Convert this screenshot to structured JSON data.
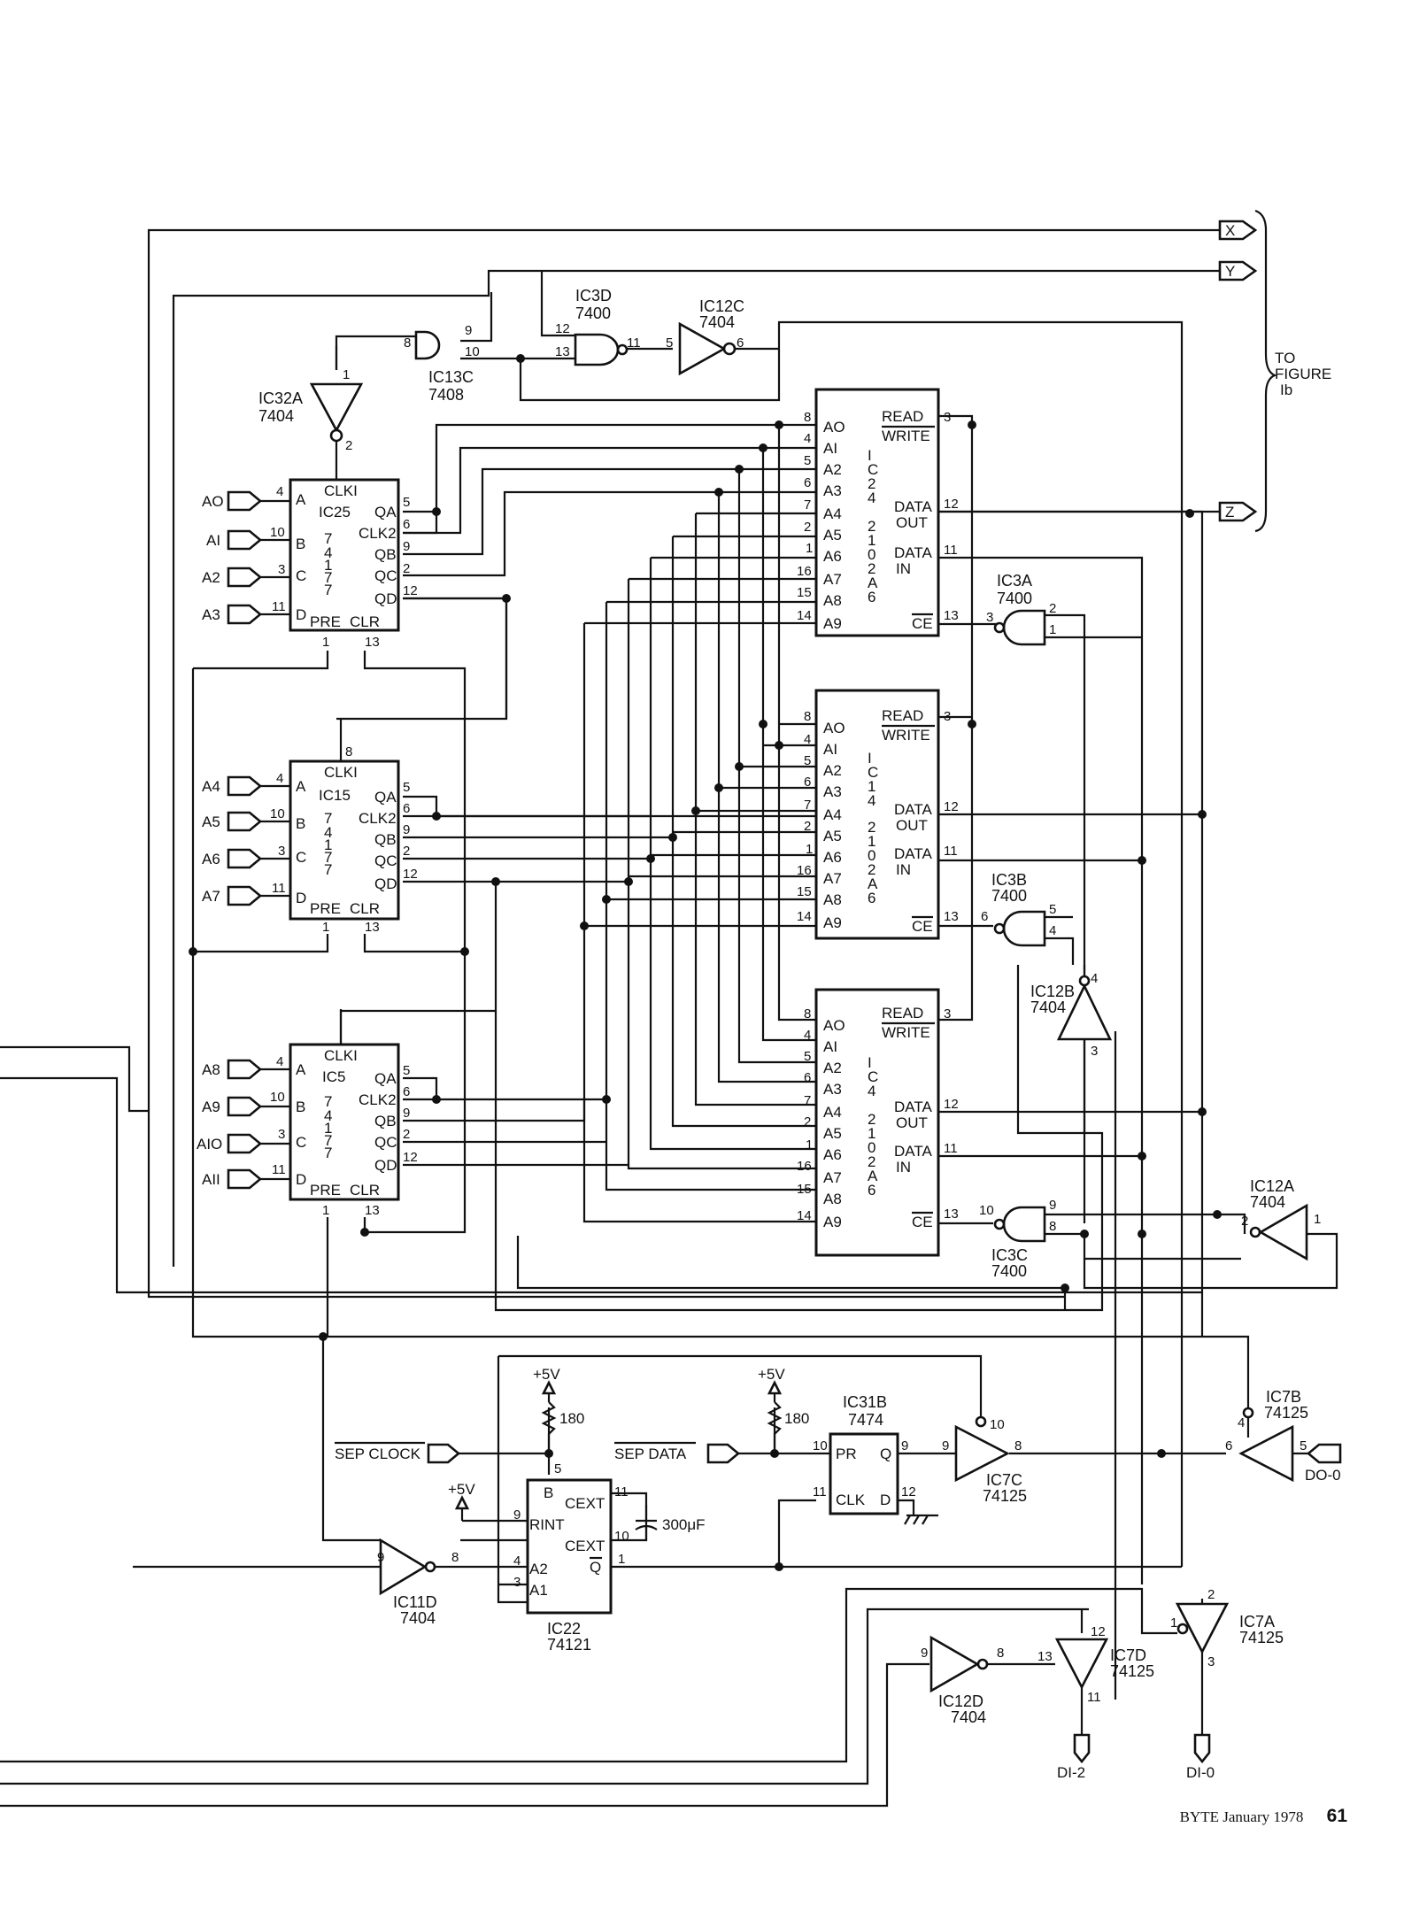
{
  "chips": {
    "ic25": {
      "name": "IC25",
      "part": [
        "7",
        "4",
        "1",
        "7",
        "7"
      ],
      "clk": "CLKI",
      "qa": "QA",
      "clk2": "CLK2",
      "qb": "QB",
      "qc": "QC",
      "qd": "QD",
      "pre": "PRE",
      "clr": "CLR",
      "a": "A",
      "b": "B",
      "c": "C",
      "d": "D",
      "pins": {
        "top": "",
        "a": "4",
        "b": "10",
        "c": "3",
        "d": "11",
        "qa": "5",
        "clk2": "6",
        "qb": "9",
        "qc": "2",
        "qd": "12",
        "pre": "1",
        "clr": "13"
      }
    },
    "ic15": {
      "name": "IC15",
      "part": [
        "7",
        "4",
        "1",
        "7",
        "7"
      ],
      "clk": "CLKI",
      "qa": "QA",
      "clk2": "CLK2",
      "qb": "QB",
      "qc": "QC",
      "qd": "QD",
      "pre": "PRE",
      "clr": "CLR",
      "a": "A",
      "b": "B",
      "c": "C",
      "d": "D",
      "pins": {
        "top": "8",
        "a": "4",
        "b": "10",
        "c": "3",
        "d": "11",
        "qa": "5",
        "clk2": "6",
        "qb": "9",
        "qc": "2",
        "qd": "12",
        "pre": "1",
        "clr": "13"
      }
    },
    "ic5": {
      "name": "IC5",
      "part": [
        "7",
        "4",
        "1",
        "7",
        "7"
      ],
      "clk": "CLKI",
      "qa": "QA",
      "clk2": "CLK2",
      "qb": "QB",
      "qc": "QC",
      "qd": "QD",
      "pre": "PRE",
      "clr": "CLR",
      "a": "A",
      "b": "B",
      "c": "C",
      "d": "D",
      "pins": {
        "top": "",
        "a": "4",
        "b": "10",
        "c": "3",
        "d": "11",
        "qa": "5",
        "clk2": "6",
        "qb": "9",
        "qc": "2",
        "qd": "12",
        "pre": "1",
        "clr": "13"
      }
    },
    "ic24": {
      "name": [
        "I",
        "C",
        "2",
        "4"
      ],
      "part": [
        "2",
        "1",
        "0",
        "2",
        "A",
        "6"
      ]
    },
    "ic14": {
      "name": [
        "I",
        "C",
        "1",
        "4"
      ],
      "part": [
        "2",
        "1",
        "0",
        "2",
        "A",
        "6"
      ]
    },
    "ic4": {
      "name": [
        "I",
        "C",
        "4"
      ],
      "part": [
        "2",
        "1",
        "0",
        "2",
        "A",
        "6"
      ]
    },
    "ram_labels": {
      "read": "READ",
      "write": "WRITE",
      "data": "DATA",
      "out": "OUT",
      "in": "IN",
      "ce": "CE",
      "addr": [
        "AO",
        "AI",
        "A2",
        "A3",
        "A4",
        "A5",
        "A6",
        "A7",
        "A8",
        "A9"
      ],
      "addr_pins": [
        "8",
        "4",
        "5",
        "6",
        "7",
        "2",
        "1",
        "16",
        "15",
        "14"
      ],
      "rw_pin": "3",
      "out_pin": "12",
      "in_pin": "11",
      "ce_pin": "13"
    },
    "ic22": {
      "name": "IC22",
      "part": "74121",
      "b": "B",
      "rint": "RINT",
      "a2": "A2",
      "a1": "A1",
      "cext1": "CEXT",
      "cext2": "CEXT",
      "q": "Q",
      "pins": {
        "b": "5",
        "rint": "9",
        "a2": "4",
        "a1": "3",
        "cext1": "11",
        "cext2": "10",
        "q": "1"
      }
    },
    "ic31b": {
      "name": "IC31B",
      "part": "7474",
      "pr": "PR",
      "clk": "CLK",
      "q": "Q",
      "d": "D",
      "pins": {
        "pr": "10",
        "clk": "11",
        "q": "9",
        "d": "12"
      }
    }
  },
  "gates": {
    "ic32a": {
      "name": "IC32A",
      "part": "7404",
      "in": "1",
      "out": "2"
    },
    "ic13c": {
      "name": "IC13C",
      "part": "7408",
      "in1": "9",
      "in2": "8",
      "out": "10"
    },
    "ic3d": {
      "name": "IC3D",
      "part": "7400",
      "in1": "12",
      "in2": "13",
      "out": "11"
    },
    "ic12c": {
      "name": "IC12C",
      "part": "7404",
      "in": "5",
      "out": "6"
    },
    "ic3a": {
      "name": "IC3A",
      "part": "7400",
      "out": "3",
      "in1": "2",
      "in2": "1"
    },
    "ic3b": {
      "name": "IC3B",
      "part": "7400",
      "out": "6",
      "in1": "5",
      "in2": "4"
    },
    "ic3c": {
      "name": "IC3C",
      "part": "7400",
      "out": "10",
      "in1": "9",
      "in2": "8"
    },
    "ic12b": {
      "name": "IC12B",
      "part": "7404",
      "in": "4",
      "out": "3"
    },
    "ic12a": {
      "name": "IC12A",
      "part": "7404",
      "in": "1",
      "out": "2"
    },
    "ic11d": {
      "name": "IC11D",
      "part": "7404",
      "in": "9",
      "out": "8"
    },
    "ic7c": {
      "name": "IC7C",
      "part": "74125",
      "in": "9",
      "out": "8",
      "en": "10"
    },
    "ic7b": {
      "name": "IC7B",
      "part": "74125",
      "in": "5",
      "out": "6",
      "en": "4"
    },
    "ic7a": {
      "name": "IC7A",
      "part": "74125",
      "in": "3",
      "out": "2",
      "en": "1"
    },
    "ic7d": {
      "name": "IC7D",
      "part": "74125",
      "in": "11",
      "out": "13",
      "en": "12"
    },
    "ic12d": {
      "name": "IC12D",
      "part": "7404",
      "in": "9",
      "out": "8"
    }
  },
  "signals": {
    "a_inputs": [
      "AO",
      "AI",
      "A2",
      "A3",
      "A4",
      "A5",
      "A6",
      "A7",
      "A8",
      "A9",
      "AIO",
      "AII"
    ],
    "x": "X",
    "y": "Y",
    "z": "Z",
    "to_figure": [
      "TO",
      "FIGURE",
      "Ib"
    ],
    "sep_clock": "SEP CLOCK",
    "sep_data": "SEP DATA",
    "vcc": "+5V",
    "r180": "180",
    "cap": "300μF",
    "do0": "DO-0",
    "di2": "DI-2",
    "di0": "DI-0"
  },
  "footer": {
    "journal": "BYTE",
    "date": "January 1978",
    "page": "61"
  }
}
